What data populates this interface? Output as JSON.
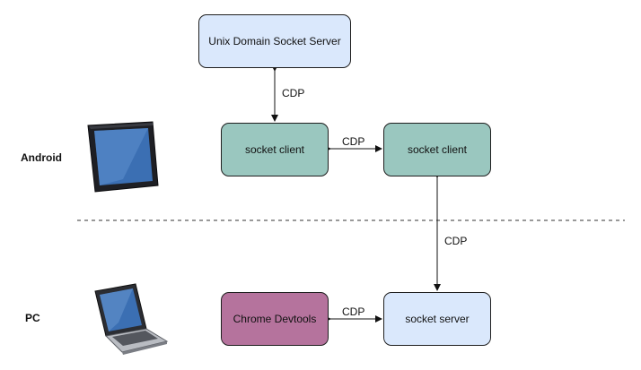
{
  "nodes": {
    "unix_server": {
      "label": "Unix Domain Socket Server",
      "fill": "#dae8fc"
    },
    "socket_client_left": {
      "label": "socket client",
      "fill": "#9ac7bf"
    },
    "socket_client_right": {
      "label": "socket client",
      "fill": "#9ac7bf"
    },
    "chrome_devtools": {
      "label": "Chrome Devtools",
      "fill": "#b5739d"
    },
    "socket_server": {
      "label": "socket server",
      "fill": "#dae8fc"
    }
  },
  "sections": {
    "android": "Android",
    "pc": "PC"
  },
  "edges": {
    "unix_to_client": "CDP",
    "client_to_client": "CDP",
    "client_to_server": "CDP",
    "devtools_to_server": "CDP"
  },
  "icons": {
    "tablet": "tablet-icon",
    "laptop": "laptop-icon"
  },
  "colors": {
    "stroke": "#1f1f1f",
    "screen": "#3b6fb3"
  }
}
